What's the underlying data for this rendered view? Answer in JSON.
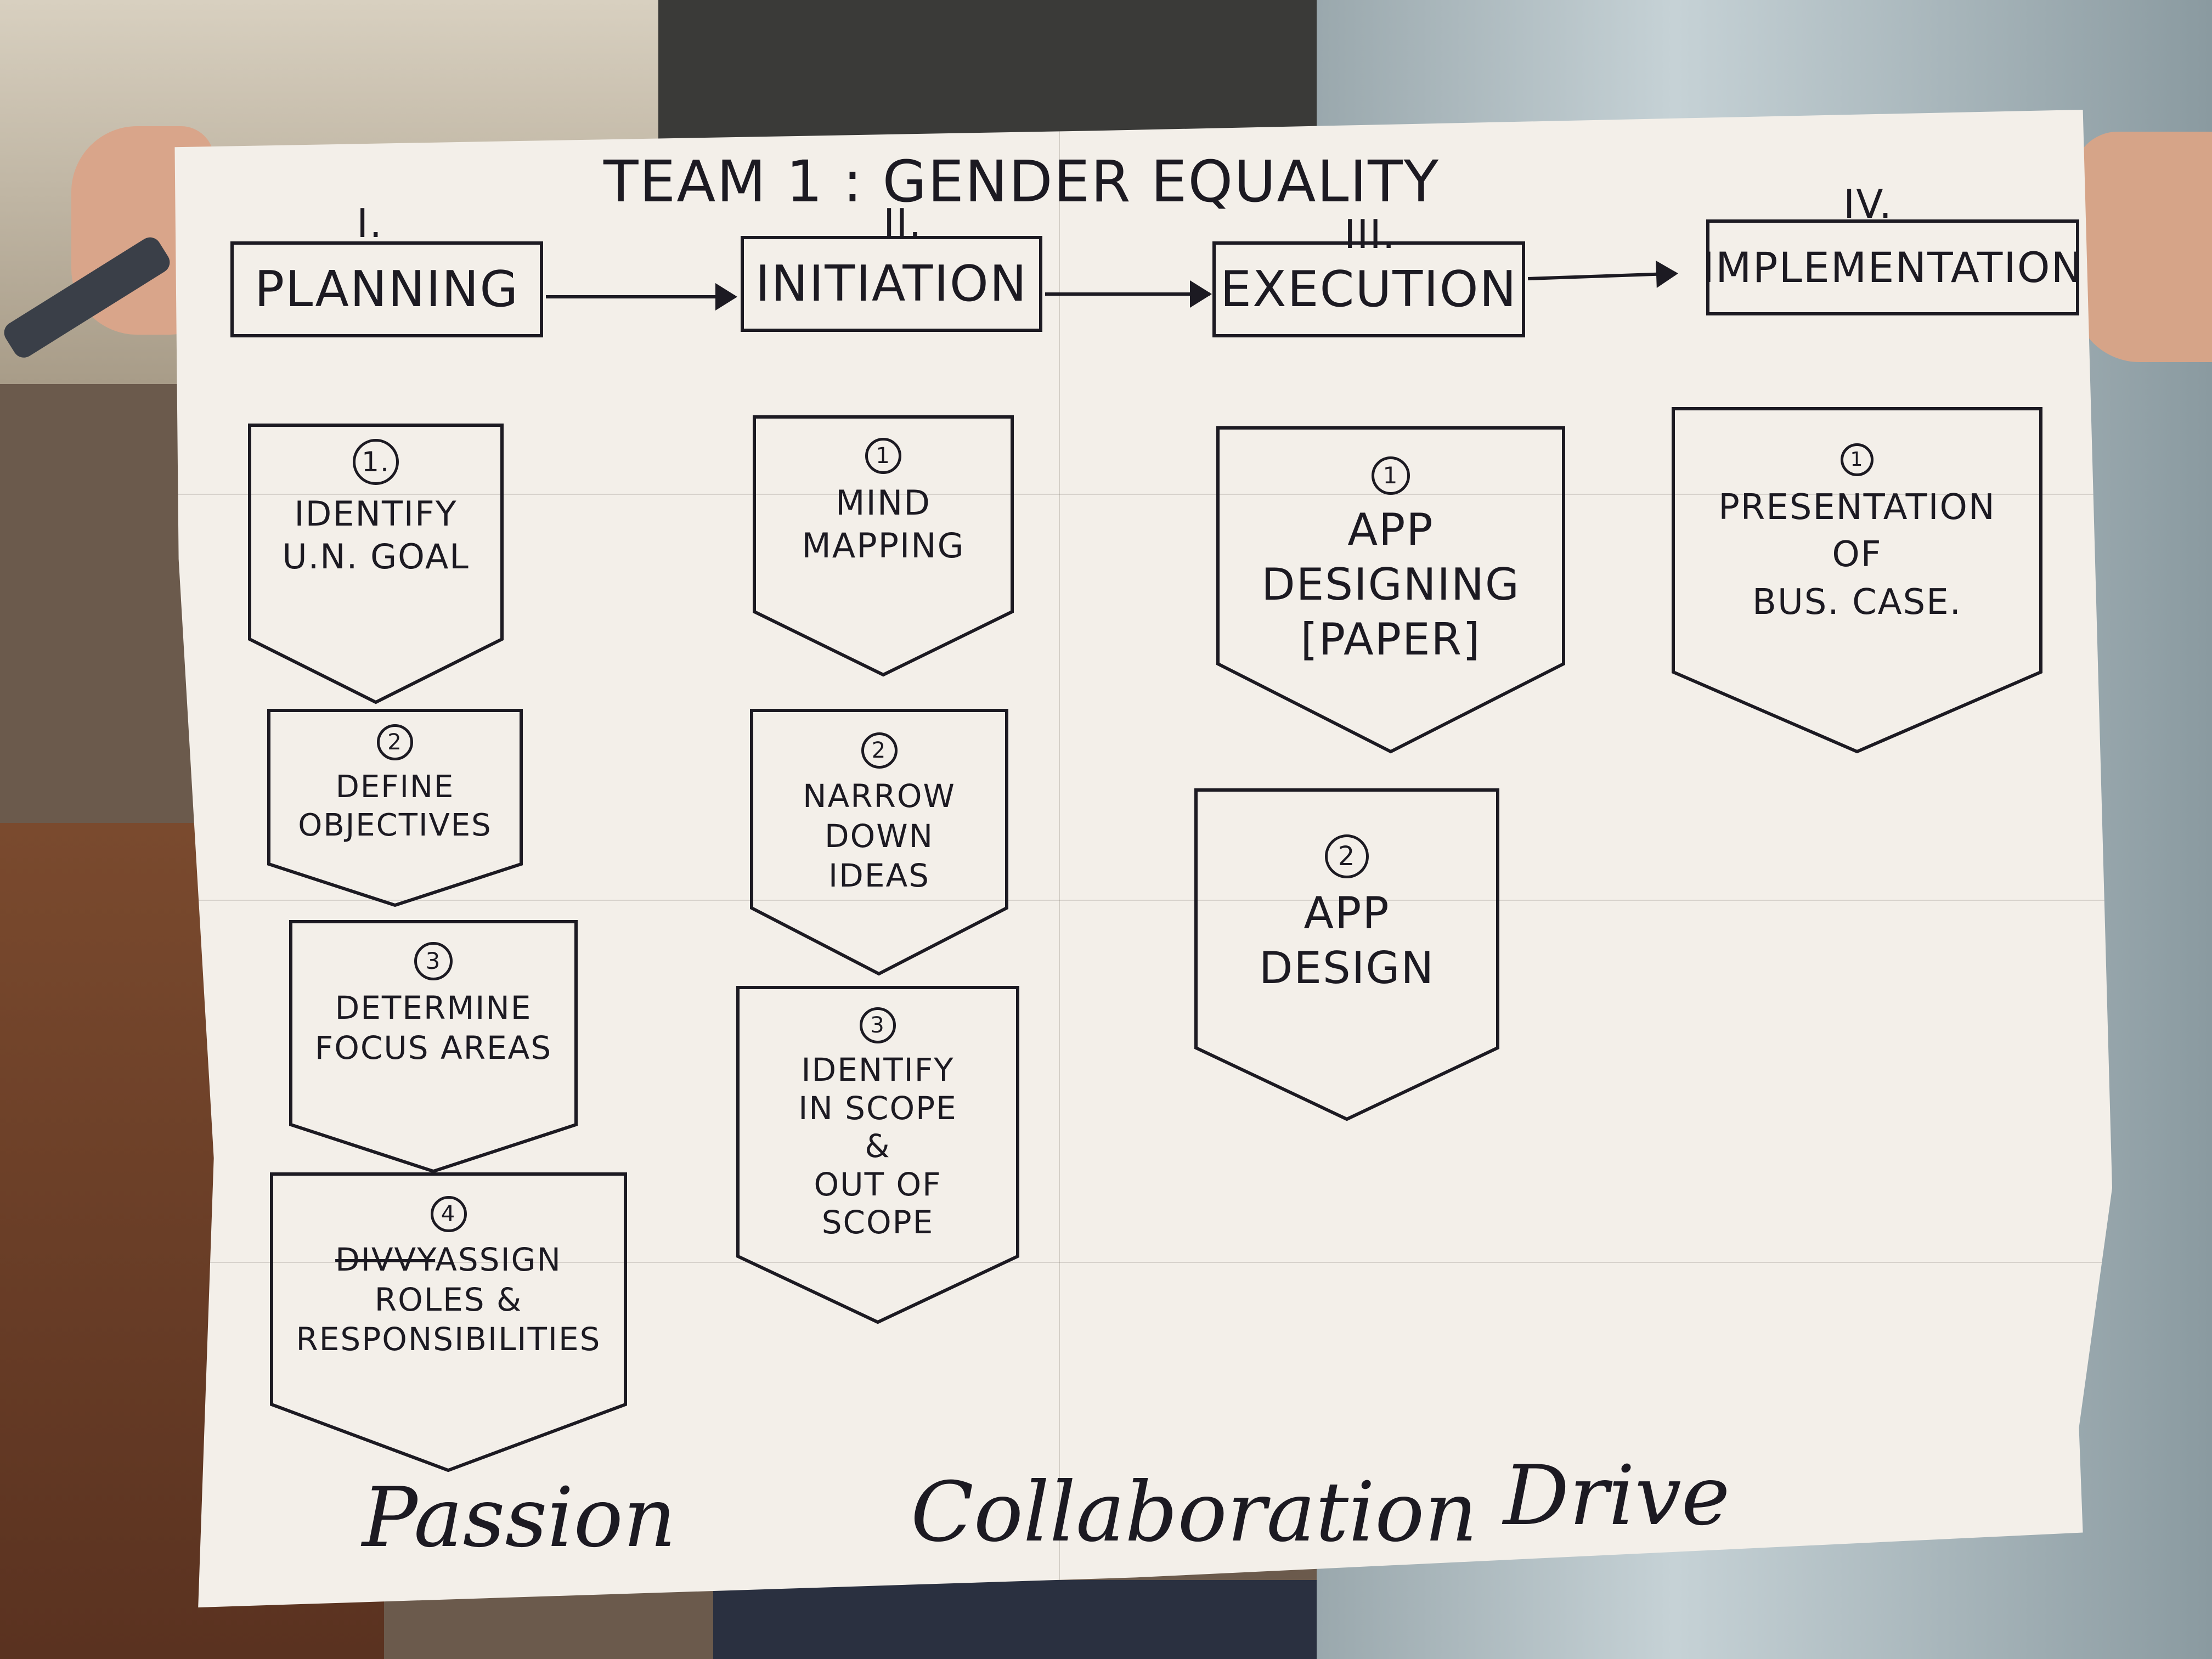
{
  "title": "TEAM 1 : GENDER EQUALITY",
  "phases": [
    {
      "num": "I.",
      "label": "PLANNING"
    },
    {
      "num": "II.",
      "label": "INITIATION"
    },
    {
      "num": "III.",
      "label": "EXECUTION"
    },
    {
      "num": "IV.",
      "label": "IMPLEMENTATION"
    }
  ],
  "steps": {
    "planning": [
      {
        "num": "1.",
        "text": "IDENTIFY\nU.N. GOAL"
      },
      {
        "num": "2",
        "text": "DEFINE\nOBJECTIVES"
      },
      {
        "num": "3",
        "text": "DETERMINE\nFOCUS AREAS"
      },
      {
        "num": "4",
        "struck": "DIVVY",
        "text": "ASSIGN\nROLES &\nRESPONSIBILITIES"
      }
    ],
    "initiation": [
      {
        "num": "1",
        "text": "MIND\nMAPPING"
      },
      {
        "num": "2",
        "text": "NARROW\nDOWN\nIDEAS"
      },
      {
        "num": "3",
        "text": "IDENTIFY\nIN SCOPE\n&\nOUT OF\nSCOPE"
      }
    ],
    "execution": [
      {
        "num": "1",
        "text": "APP\nDESIGNING\n[PAPER]"
      },
      {
        "num": "2",
        "text": "APP\nDESIGN"
      }
    ],
    "implementation": [
      {
        "num": "1",
        "text": "PRESENTATION\nOF\nBUS. CASE."
      }
    ]
  },
  "values": [
    "Passion",
    "Collaboration",
    "Drive"
  ],
  "colors": {
    "paper": "#f3efe9",
    "ink": "#1c1a22"
  }
}
